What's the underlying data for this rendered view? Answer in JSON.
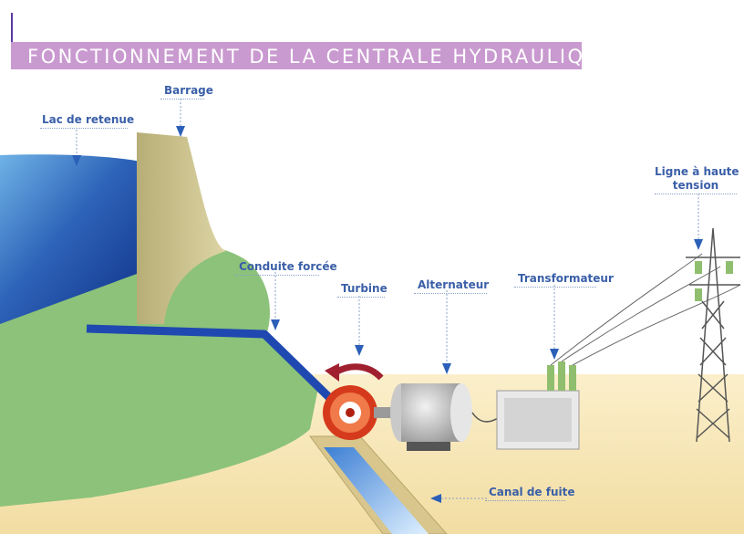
{
  "title": "FONCTIONNEMENT DE LA CENTRALE HYDRAULIQUE",
  "labels": {
    "lac": "Lac de retenue",
    "barrage": "Barrage",
    "conduite": "Conduite forcée",
    "turbine": "Turbine",
    "alternateur": "Alternateur",
    "transformateur": "Transformateur",
    "ligne_line1": "Ligne à haute",
    "ligne_line2": "tension",
    "canal": "Canal de fuite"
  },
  "colors": {
    "title_bar": "#c99ad0",
    "label_text": "#3a5fa8",
    "arrow": "#2b5fb8",
    "water_deep": "#0f2f86",
    "water_light": "#4a9de0",
    "grass": "#8cc27a",
    "dam": "#c8bf8c",
    "ground": "#f4e6b8",
    "turbine_red": "#d63a1c"
  }
}
